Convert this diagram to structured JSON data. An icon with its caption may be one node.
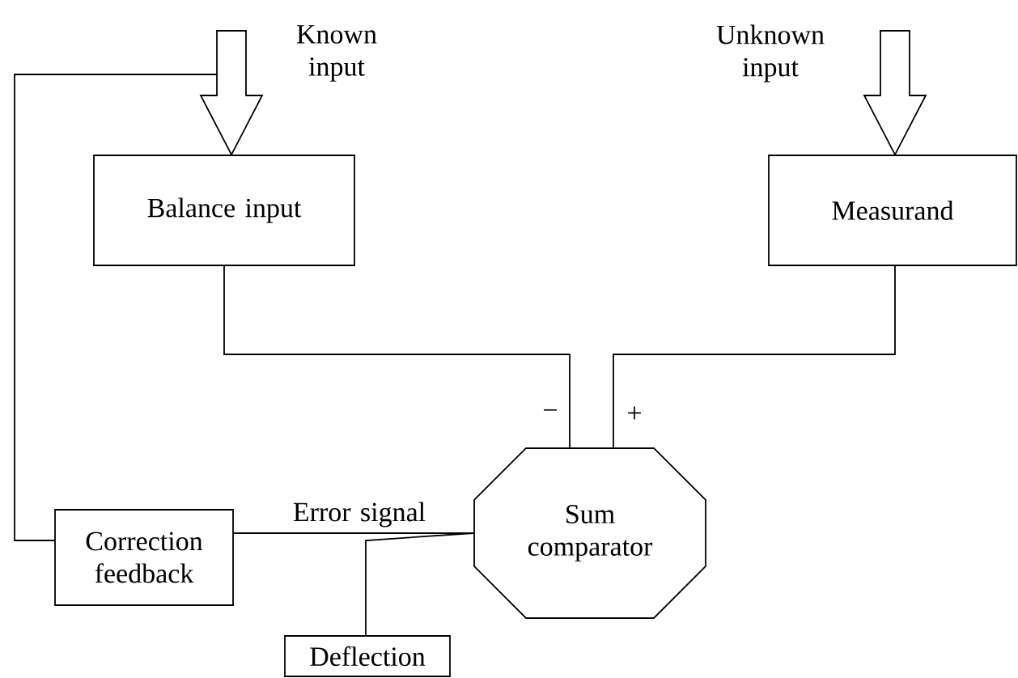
{
  "diagram": {
    "nodes": [
      {
        "text": [
          "Balance input"
        ]
      },
      {
        "text": [
          "Measurand"
        ]
      },
      {
        "text": [
          "Sum comparator"
        ]
      },
      {
        "text": [
          "Correction feedback"
        ]
      },
      {
        "text": [
          "Deflection"
        ]
      }
    ],
    "edges": [
      {
        "from": null,
        "to": 0,
        "arrow": "to",
        "label": "Known input"
      },
      {
        "from": null,
        "to": 1,
        "arrow": "to",
        "label": "Unknown input"
      },
      {
        "from": 0,
        "to": 2,
        "arrow": "none",
        "label": "−"
      },
      {
        "from": 1,
        "to": 2,
        "arrow": "none",
        "label": "+"
      },
      {
        "from": 2,
        "to": 3,
        "arrow": "none",
        "label": "Error signal"
      },
      {
        "from": 2,
        "to": 4,
        "arrow": "none"
      },
      {
        "from": 3,
        "to": null,
        "arrow": "none"
      }
    ]
  }
}
